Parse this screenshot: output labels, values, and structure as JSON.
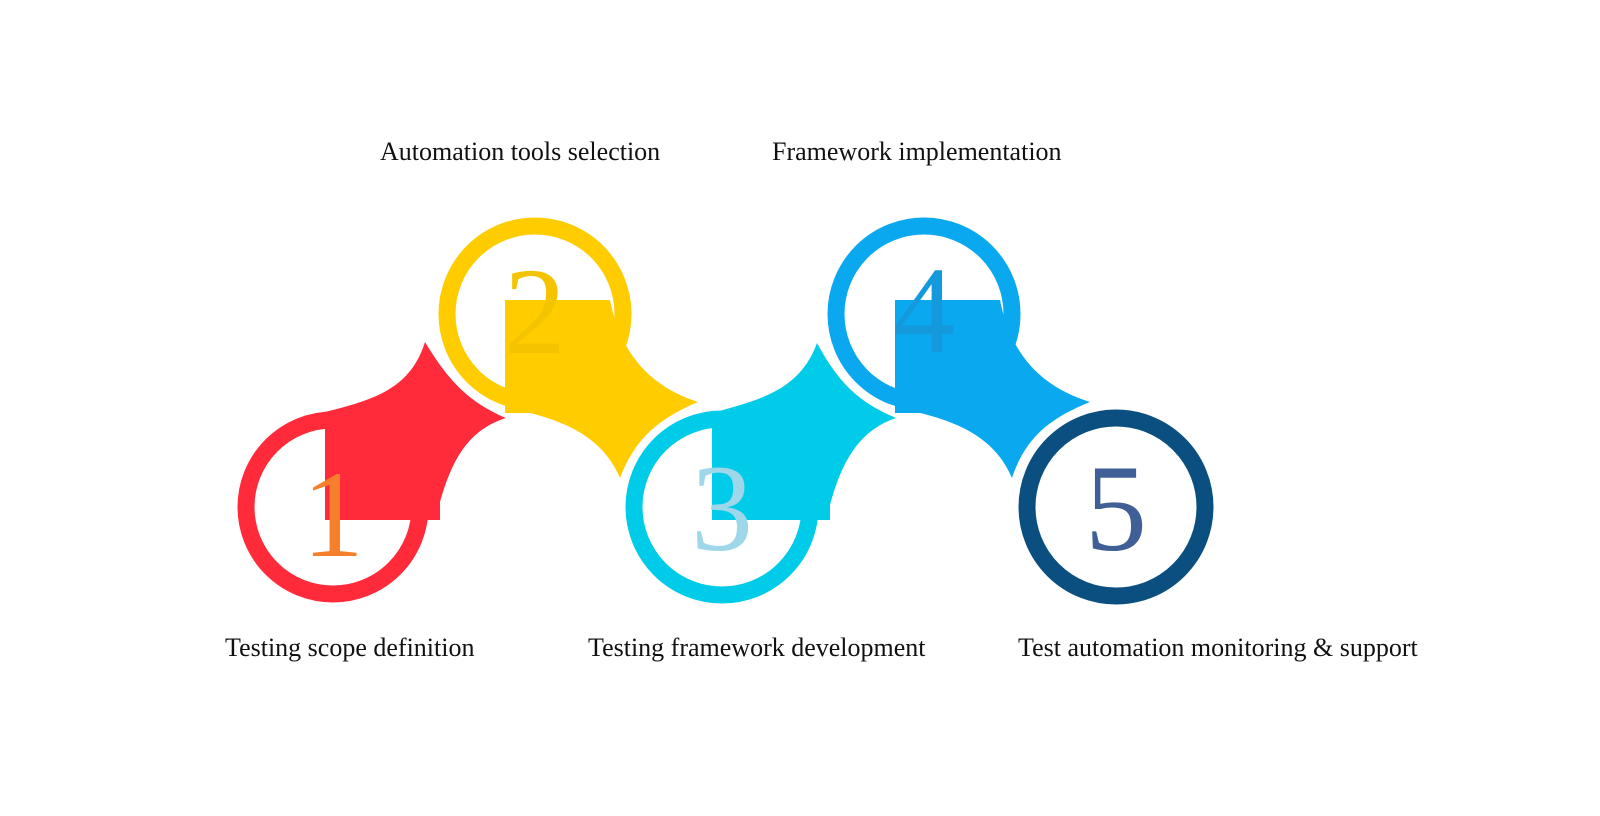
{
  "steps": [
    {
      "number": "1",
      "label": "Testing scope definition",
      "ring_color": "#ff2a3a",
      "number_color": "#f57f2a"
    },
    {
      "number": "2",
      "label": "Automation tools selection",
      "ring_color": "#ffcc00",
      "number_color": "#f5c400"
    },
    {
      "number": "3",
      "label": "Testing framework development",
      "ring_color": "#00cbe8",
      "number_color": "#9ed7ea"
    },
    {
      "number": "4",
      "label": "Framework implementation",
      "ring_color": "#0aa8ef",
      "number_color": "#1599dd"
    },
    {
      "number": "5",
      "label": "Test automation monitoring & support",
      "ring_color": "#0a4f7f",
      "number_color": "#3f5f96"
    }
  ]
}
